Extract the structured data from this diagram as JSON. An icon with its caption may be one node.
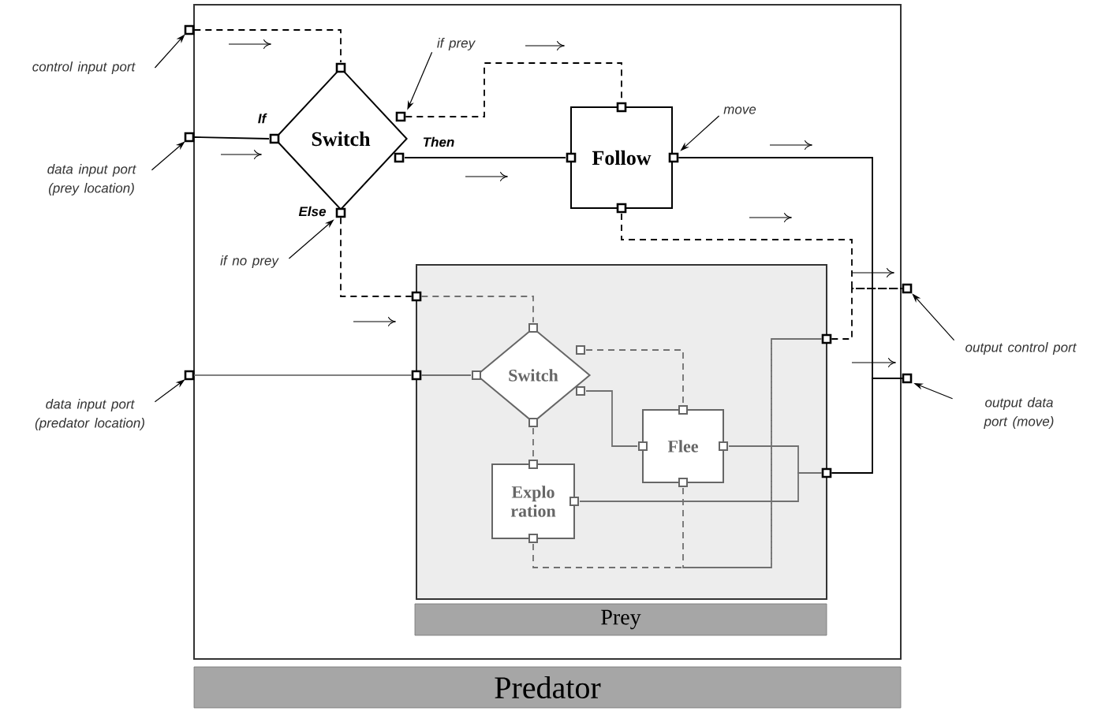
{
  "diagram": {
    "nodes": [
      {
        "text": [
          "Predator"
        ]
      },
      {
        "text": [],
        "shape": "box"
      },
      {
        "text": [],
        "shape": "box"
      },
      {
        "text": [],
        "shape": "box"
      },
      {
        "text": [],
        "shape": "box"
      },
      {
        "text": [],
        "shape": "box"
      },
      {
        "text": [
          "Switch"
        ],
        "beside": [
          "If",
          "Then",
          "Else"
        ],
        "in": 0
      },
      {
        "text": [],
        "shape": "box",
        "in": 0
      },
      {
        "text": [],
        "shape": "box",
        "in": 0
      },
      {
        "text": [
          "Follow"
        ],
        "in": 0
      },
      {
        "text": [],
        "shape": "box",
        "in": 0
      },
      {
        "text": [
          "Prey"
        ],
        "in": 0
      },
      {
        "text": [
          "Switch"
        ],
        "in": 11
      },
      {
        "text": [
          "Flee"
        ],
        "in": 11
      },
      {
        "text": [
          "Explo ration"
        ],
        "in": 11
      },
      {
        "text": [
          "control input port"
        ]
      },
      {
        "text": [
          "data input port (prey location)"
        ]
      },
      {
        "text": [
          "data input port (predator location)"
        ]
      },
      {
        "text": [
          "if prey"
        ],
        "in": 0
      },
      {
        "text": [
          "if no prey"
        ],
        "in": 0
      },
      {
        "text": [
          "move"
        ],
        "in": 0
      },
      {
        "text": [
          "output control port"
        ]
      },
      {
        "text": [
          "output data port (move)"
        ]
      },
      {
        "text": [],
        "shape": "box",
        "in": 11
      },
      {
        "text": [],
        "shape": "box",
        "in": 11
      },
      {
        "text": [],
        "shape": "box",
        "in": 11
      },
      {
        "text": [],
        "shape": "box",
        "in": 11
      }
    ],
    "edges": [
      {
        "from": 1,
        "to": 6,
        "arrow": "none",
        "style": "dashed"
      },
      {
        "from": 2,
        "to": 6,
        "arrow": "none"
      },
      {
        "from": 7,
        "to": 9,
        "arrow": "none",
        "style": "dashed"
      },
      {
        "from": 6,
        "to": 9,
        "arrow": "none"
      },
      {
        "from": 8,
        "to": 23,
        "arrow": "none",
        "style": "dashed"
      },
      {
        "from": 3,
        "to": 24,
        "arrow": "none",
        "color": "#808080"
      },
      {
        "from": 10,
        "to": 5,
        "arrow": "none"
      },
      {
        "from": 26,
        "to": 5,
        "arrow": "none"
      },
      {
        "from": 9,
        "to": 4,
        "arrow": "none",
        "style": "dashed"
      },
      {
        "from": 25,
        "to": 4,
        "arrow": "none",
        "style": "dashed"
      },
      {
        "from": 23,
        "to": 12,
        "arrow": "none",
        "style": "dashed",
        "color": "#707070"
      },
      {
        "from": 24,
        "to": 12,
        "arrow": "none",
        "color": "#707070"
      },
      {
        "from": 12,
        "to": 13,
        "arrow": "none",
        "style": "dashed",
        "color": "#707070"
      },
      {
        "from": 12,
        "to": 13,
        "arrow": "none",
        "color": "#707070"
      },
      {
        "from": 12,
        "to": 14,
        "arrow": "none",
        "style": "dashed",
        "color": "#707070"
      },
      {
        "from": 13,
        "to": 26,
        "arrow": "none",
        "color": "#707070"
      },
      {
        "from": 14,
        "to": 26,
        "arrow": "none",
        "color": "#707070"
      },
      {
        "from": 14,
        "to": 25,
        "arrow": "none",
        "style": "dashed",
        "color": "#707070"
      },
      {
        "from": 13,
        "to": 25,
        "arrow": "none",
        "style": "dashed",
        "color": "#707070"
      },
      {
        "from": 15,
        "to": 1,
        "arrow": "to"
      },
      {
        "from": 16,
        "to": 2,
        "arrow": "to"
      },
      {
        "from": 17,
        "to": 3,
        "arrow": "to"
      },
      {
        "from": 21,
        "to": 4,
        "arrow": "to"
      },
      {
        "from": 22,
        "to": 5,
        "arrow": "to"
      },
      {
        "from": 18,
        "to": 7,
        "arrow": "to"
      },
      {
        "from": 19,
        "to": 8,
        "arrow": "to"
      },
      {
        "from": 20,
        "to": 10,
        "arrow": "to"
      }
    ]
  }
}
